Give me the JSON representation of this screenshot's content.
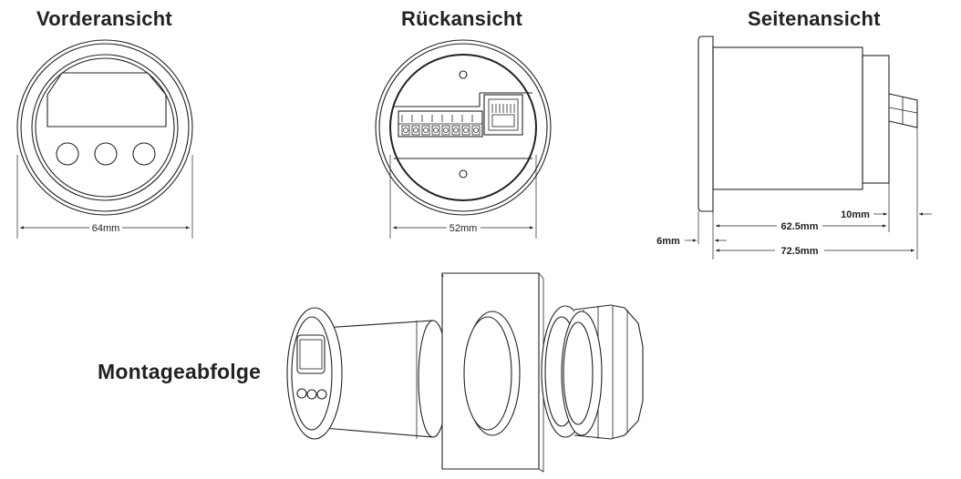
{
  "views": {
    "front": {
      "title": "Vorderansicht",
      "width_label": "64mm"
    },
    "back": {
      "title": "Rückansicht",
      "width_label": "52mm"
    },
    "side": {
      "title": "Seitenansicht",
      "dim_10": "10mm",
      "dim_62_5": "62.5mm",
      "dim_6": "6mm",
      "dim_72_5": "72.5mm"
    },
    "mounting": {
      "title": "Montageabfolge"
    }
  }
}
